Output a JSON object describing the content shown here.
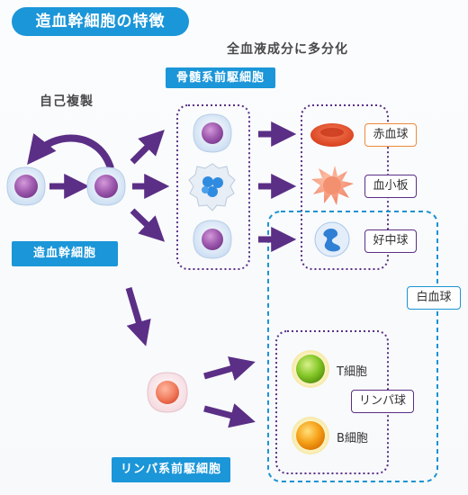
{
  "title": "造血幹細胞の特徴",
  "labels": {
    "self_renewal": "自己複製",
    "all_blood_differentiation": "全血液成分に多分化",
    "myeloid_progenitor": "骨髄系前駆細胞",
    "hematopoietic_stem_cell": "造血幹細胞",
    "lymphoid_progenitor": "リンパ系前駆細胞",
    "red_blood_cell": "赤血球",
    "platelet": "血小板",
    "neutrophil": "好中球",
    "white_blood_cell": "白血球",
    "lymphocyte": "リンパ球",
    "t_cell": "T細胞",
    "b_cell": "B細胞"
  },
  "colors": {
    "brand_blue": "#1b96d8",
    "arrow_purple": "#5b2f86",
    "rbc_orange": "#e8562b",
    "t_cell_green": "#7cc41e",
    "b_cell_orange": "#f39a12"
  }
}
